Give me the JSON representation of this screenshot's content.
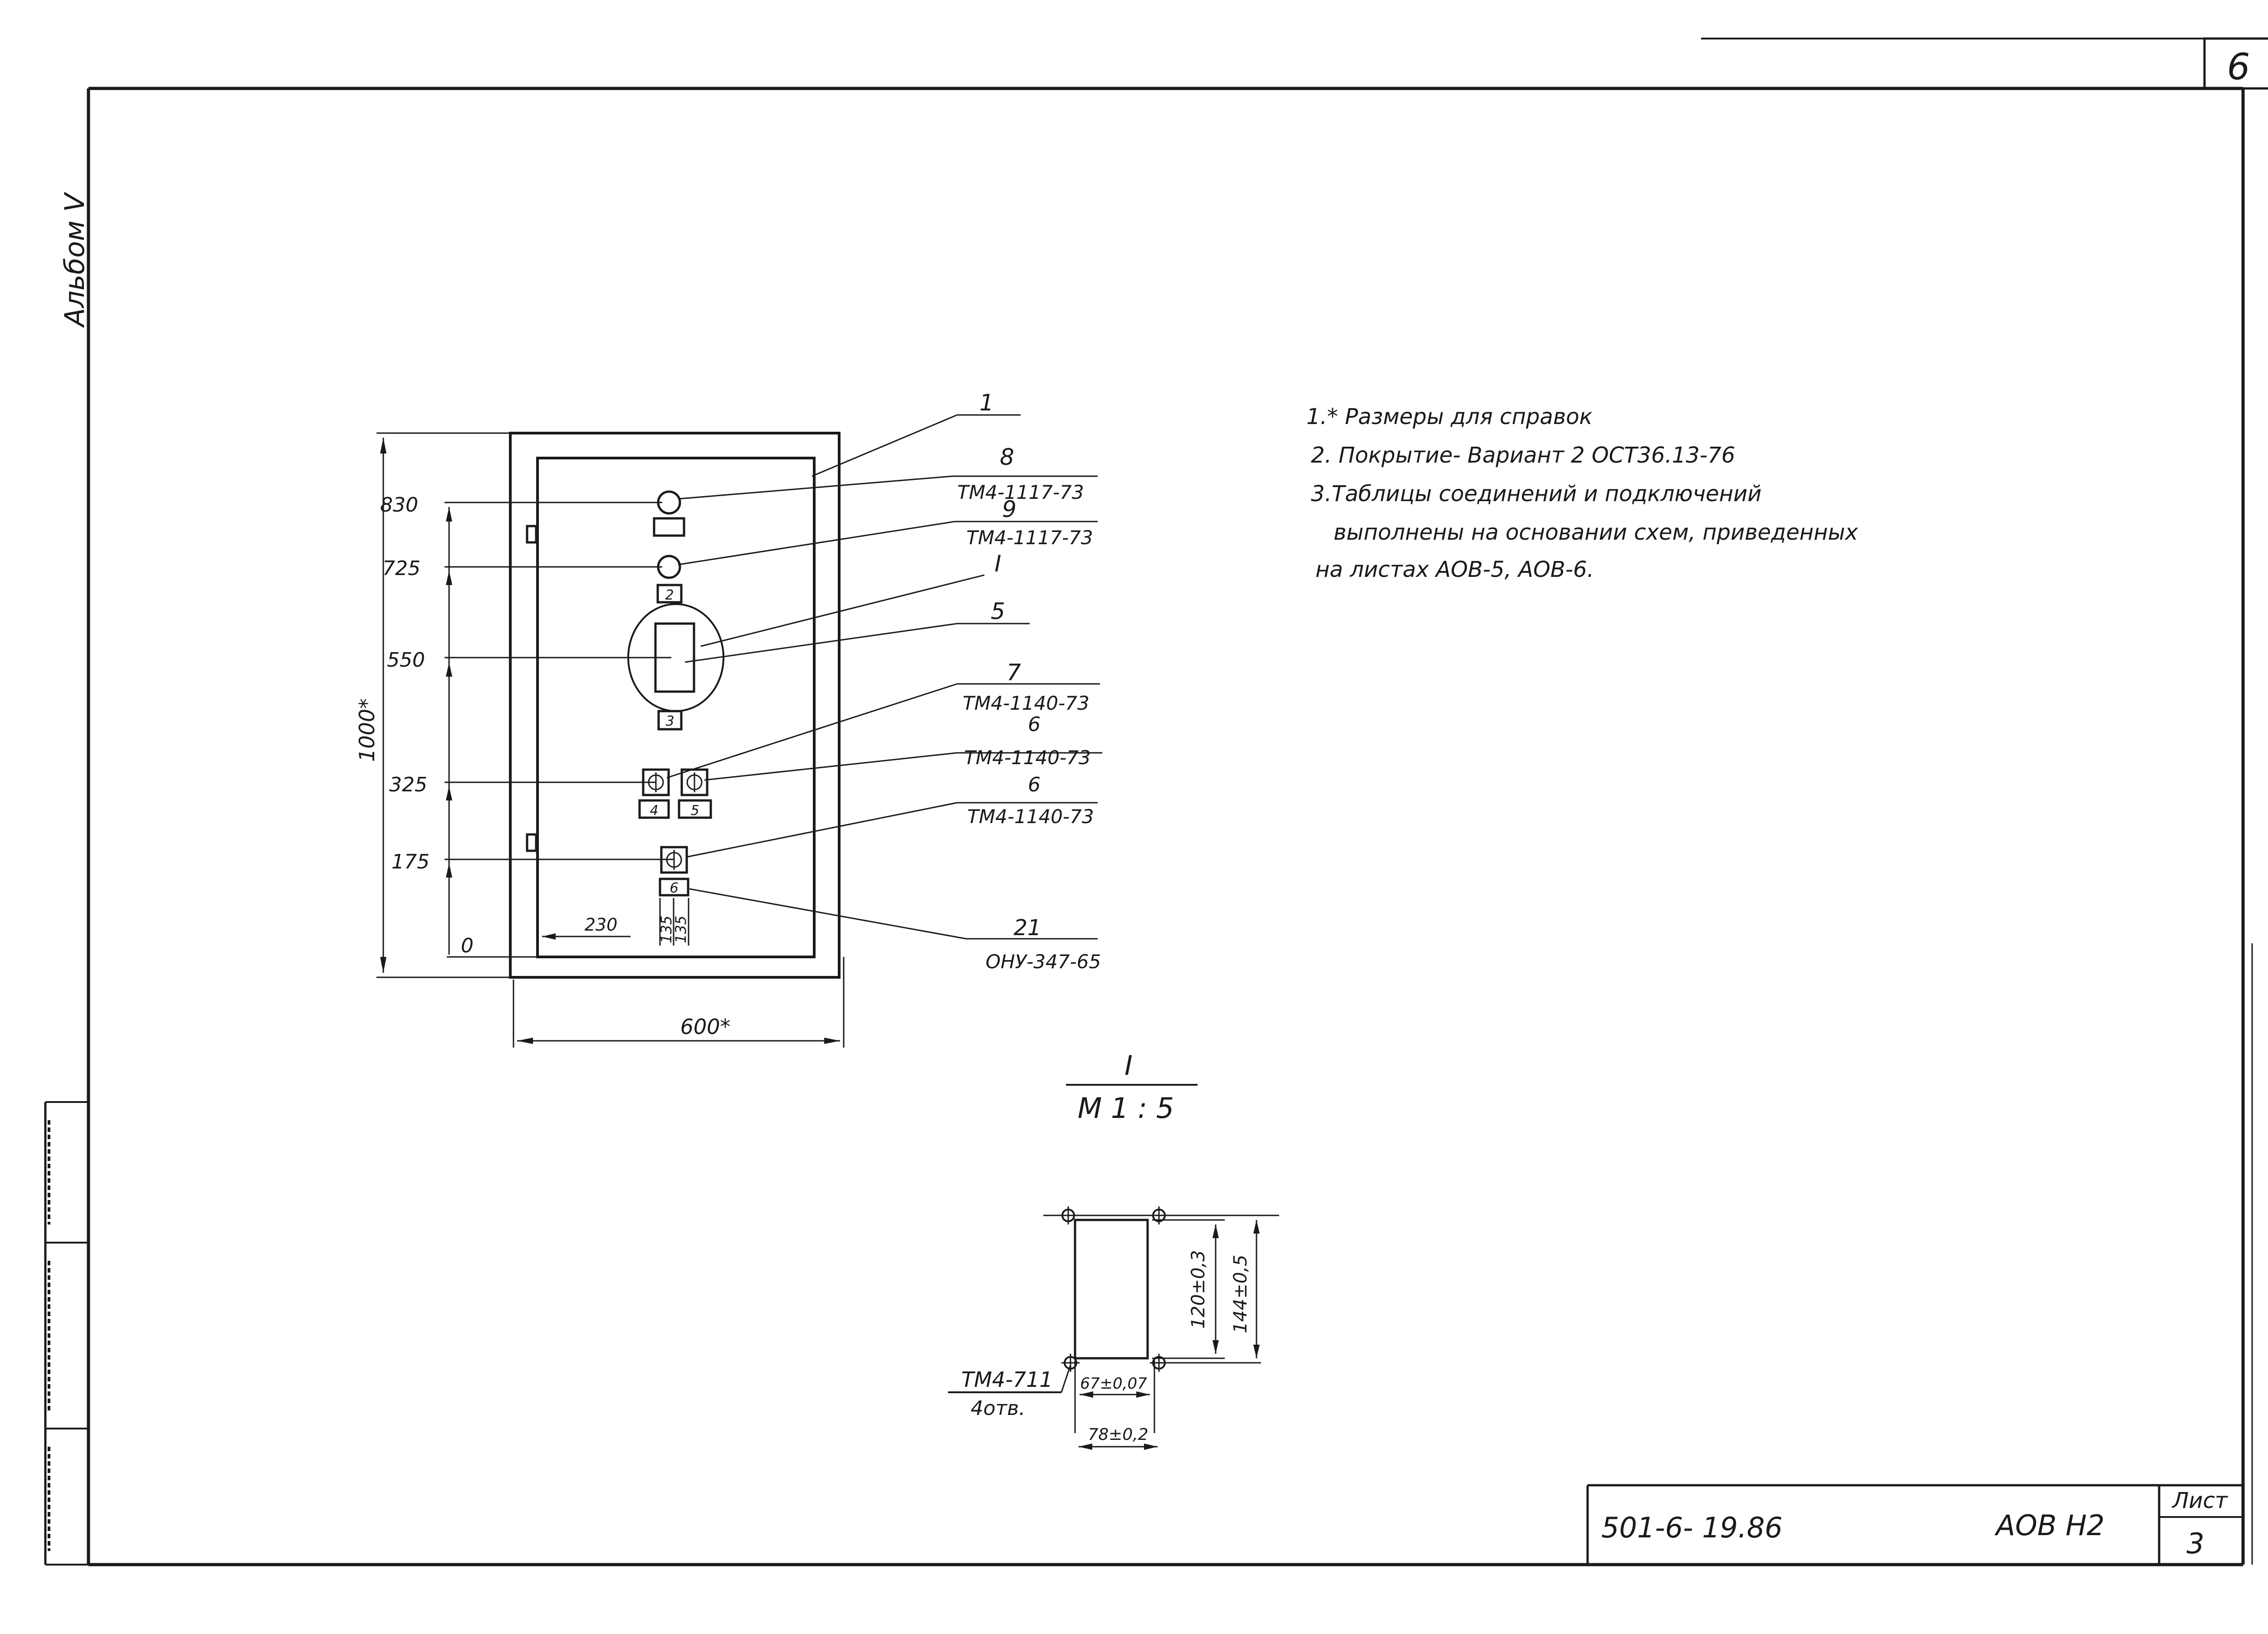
{
  "sheet_corner_number": "6",
  "album_label": "Альбом V",
  "notes": [
    "1.* Размеры для справок",
    "2. Покрытие- Вариант 2  ОСТ36.13-76",
    "3.Таблицы соединений и подключений",
    "выполнены на основании схем, приведенных",
    "на листах АОВ-5, АОВ-6."
  ],
  "panel": {
    "height_dim": "1000*",
    "width_dim": "600*",
    "levels": [
      "830",
      "725",
      "550",
      "325",
      "175",
      "0"
    ],
    "dim_230": "230",
    "dim_135a": "135",
    "dim_135b": "135",
    "element_labels": [
      "2",
      "3",
      "4",
      "5",
      "6"
    ]
  },
  "callouts": [
    {
      "pos": "1",
      "code": ""
    },
    {
      "pos": "8",
      "code": "ТМ4-1117-73"
    },
    {
      "pos": "9",
      "code": "ТМ4-1117-73"
    },
    {
      "pos": "I",
      "code": ""
    },
    {
      "pos": "5",
      "code": ""
    },
    {
      "pos": "7",
      "code": "ТМ4-1140-73"
    },
    {
      "pos": "6",
      "code": "ТМ4-1140-73"
    },
    {
      "pos": "6",
      "code": "ТМ4-1140-73"
    },
    {
      "pos": "21",
      "code": "ОНУ-347-65"
    }
  ],
  "detail": {
    "title": "I",
    "scale": "М 1 : 5",
    "dim_120": "120±0,3",
    "dim_144": "144±0,5",
    "dim_67": "67±0,07",
    "dim_78": "78±0,2",
    "hole_code": "ТМ4-711",
    "hole_count": "4отв."
  },
  "title_block": {
    "doc_number": "501-6- 19.86",
    "sheet_code": "АОВ Н2",
    "sheet_label": "Лист",
    "sheet_number": "3"
  }
}
